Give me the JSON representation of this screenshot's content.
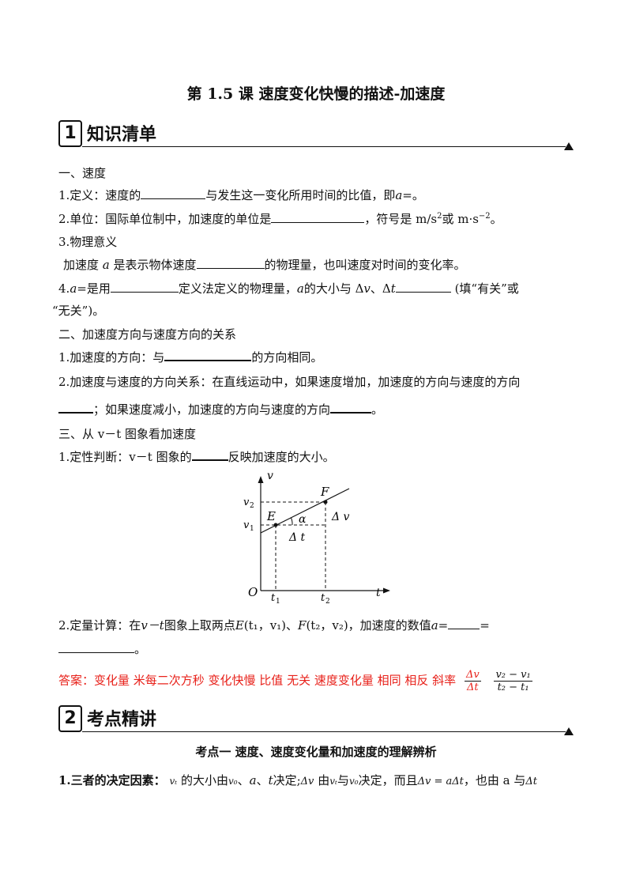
{
  "title": "第 1.5 课  速度变化快慢的描述-加速度",
  "section1": {
    "num": "1",
    "label": "知识清单"
  },
  "section2": {
    "num": "2",
    "label": "考点精讲"
  },
  "lines": {
    "h1": "一、速度",
    "l1_a": "1.定义：速度的",
    "l1_b": "与发生这一变化所用时间的比值，即",
    "l1_c": "a",
    "l1_d": "=。",
    "l2_a": "2.单位：国际单位制中，加速度的单位是",
    "l2_b": "，符号是 m/s",
    "l2_sup1": "2",
    "l2_c": "或 m·s",
    "l2_sup2": "−2",
    "l2_d": "。",
    "l3": "3.物理意义",
    "l4_a": "加速度",
    "l4_b": "a",
    "l4_c": "是表示物体速度",
    "l4_d": "的物理量，也叫速度对时间的变化率。",
    "l5_a": "4.",
    "l5_b": "a",
    "l5_c": "=是用",
    "l5_d": "定义法定义的物理量，",
    "l5_e": "a",
    "l5_f": "的大小与 Δ",
    "l5_g": "v",
    "l5_h": "、Δ",
    "l5_i": "t",
    "l5_j": "(填“有关”或",
    "l6": "“无关”)。",
    "h2": "二、加速度方向与速度方向的关系",
    "l7_a": "1.加速度的方向：与",
    "l7_b": "的方向相同。",
    "l8": "2.加速度与速度的方向关系：在直线运动中，如果速度增加，加速度的方向与速度的方向",
    "l9_a": "；如果速度减小，加速度的方向与速度的方向",
    "l9_b": "。",
    "h3": "三、从 v－t 图象看加速度",
    "l10_a": "1.定性判断：v－t 图象的",
    "l10_b": "反映加速度的大小。",
    "l11_a": "2.定量计算：在",
    "l11_b": "v－t",
    "l11_c": "图象上取两点",
    "l11_d": "E",
    "l11_e": "(t₁，v₁)、",
    "l11_f": "F",
    "l11_g": "(t₂，v₂)，加速度的数值",
    "l11_h": "a",
    "l11_i": "=",
    "l11_j": "=",
    "l12": "。",
    "answer": "答案：变化量  米每二次方秒  变化快慢  比值  无关  速度变化量  相同  相反  斜率",
    "frac1_num": "Δv",
    "frac1_den": "Δt",
    "frac2_num": "v₂ − v₁",
    "frac2_den": "t₂ − t₁",
    "subhead": "考点一  速度、速度变化量和加速度的理解辨析",
    "l13_a": "1.三者的决定因素：",
    "l13_b": "vₜ",
    "l13_c": "的大小由",
    "l13_d": "v₀",
    "l13_e": "、",
    "l13_f": "a",
    "l13_g": "、",
    "l13_h": "t",
    "l13_i": "决定;",
    "l13_j": "Δv",
    "l13_k": "由",
    "l13_l": "vₜ",
    "l13_m": "与",
    "l13_n": "v₀",
    "l13_o": "决定，而且",
    "l13_p": "Δv = aΔt",
    "l13_q": "，也由 a 与",
    "l13_r": "Δt"
  },
  "graph": {
    "axis_y": "v",
    "axis_x": "t",
    "origin": "O",
    "v2": "v",
    "v2_sub": "2",
    "v1": "v",
    "v1_sub": "1",
    "t1": "t",
    "t1_sub": "1",
    "t2": "t",
    "t2_sub": "2",
    "point_e": "E",
    "point_f": "F",
    "alpha": "α",
    "dv": "Δ v",
    "dt": "Δ t"
  }
}
